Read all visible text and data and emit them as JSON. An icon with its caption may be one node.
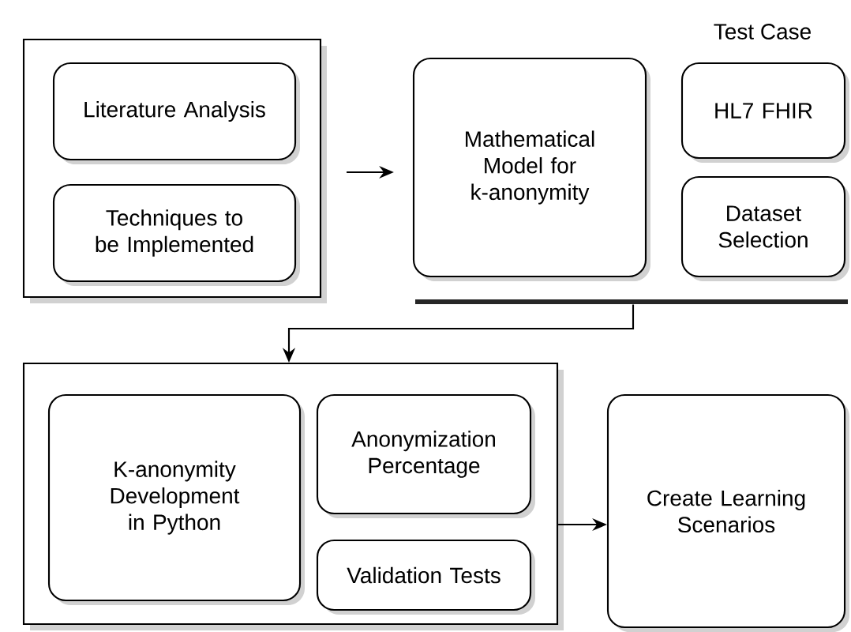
{
  "diagram": {
    "nodes": [
      {
        "text": [],
        "shape": "box"
      },
      {
        "text": [
          "Literature Analysis"
        ],
        "in": 0
      },
      {
        "text": [
          "Techniques to be Implemented"
        ],
        "in": 0
      },
      {
        "text": [
          "Mathematical Model for k-anonymity"
        ]
      },
      {
        "text": [
          "HL7 FHIR"
        ]
      },
      {
        "text": [
          "Dataset Selection"
        ]
      },
      {
        "text": [],
        "shape": "bar"
      },
      {
        "text": [],
        "shape": "box"
      },
      {
        "text": [
          "K-anonymity Development in Python"
        ],
        "in": 7
      },
      {
        "text": [
          "Anonymization Percentage"
        ],
        "in": 7
      },
      {
        "text": [
          "Validation Tests"
        ],
        "in": 7
      },
      {
        "text": [
          "Create Learning Scenarios"
        ]
      }
    ],
    "edges": [
      {
        "from": 0,
        "to": 3,
        "arrow": "to"
      },
      {
        "from": 6,
        "to": 7,
        "arrow": "to"
      },
      {
        "from": 7,
        "to": 11,
        "arrow": "to"
      }
    ],
    "labels": [
      "Test Case"
    ]
  }
}
